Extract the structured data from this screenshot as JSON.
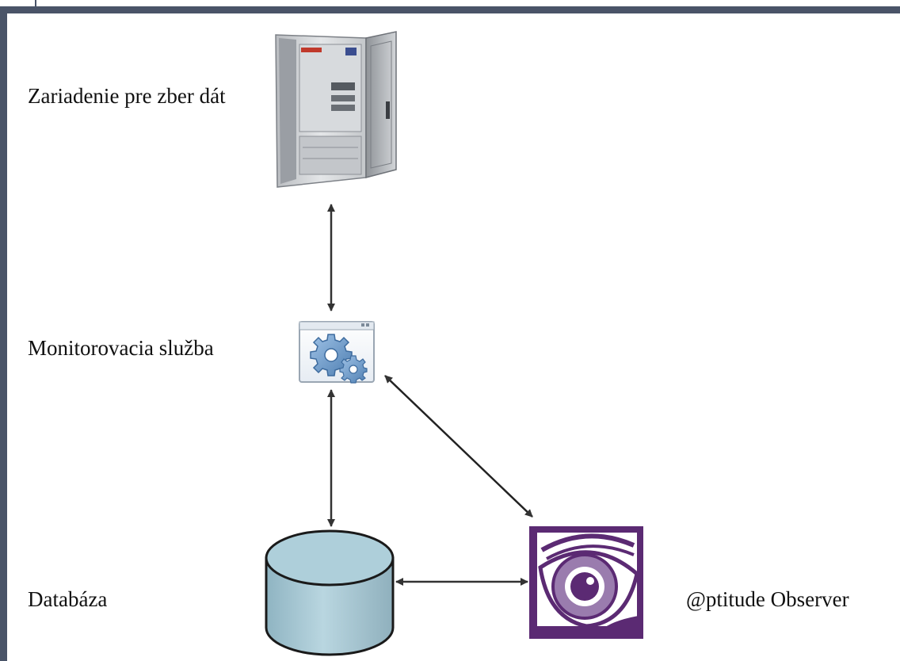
{
  "labels": {
    "device": "Zariadenie pre zber dát",
    "service": "Monitorovacia služba",
    "database": "Databáza",
    "observer": "@ptitude Observer"
  },
  "colors": {
    "frame": "#4a5468",
    "arrow": "#333333",
    "database_fill": "#a9cbd6",
    "observer_purple": "#5b2a73"
  }
}
